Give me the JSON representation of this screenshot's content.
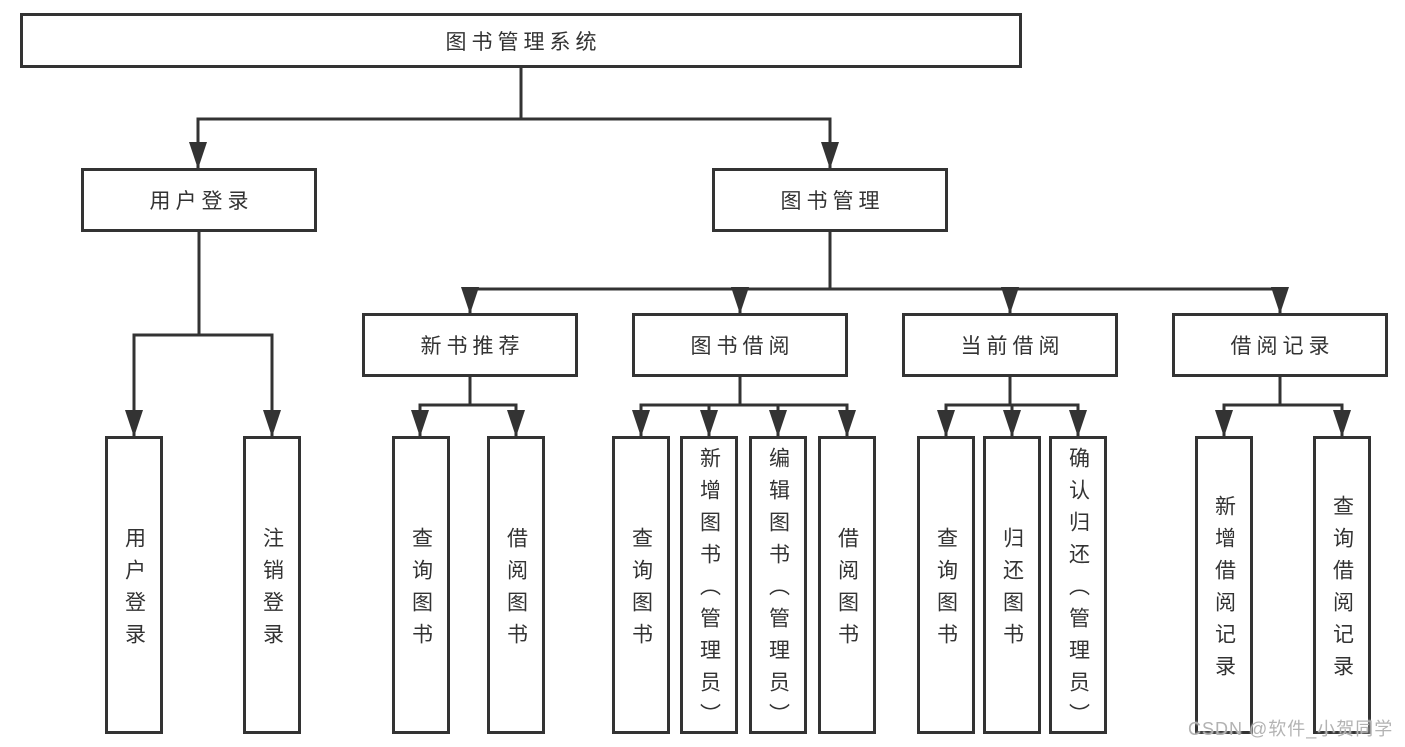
{
  "diagram": {
    "root": "图书管理系统",
    "level2": {
      "user_login": "用户登录",
      "book_mgmt": "图书管理"
    },
    "level3": {
      "new_books": "新书推荐",
      "borrowing": "图书借阅",
      "current": "当前借阅",
      "records": "借阅记录"
    },
    "leaves": {
      "user_login": [
        "用户登录",
        "注销登录"
      ],
      "new_books": [
        "查询图书",
        "借阅图书"
      ],
      "borrowing": [
        "查询图书",
        "新增图书（管理员）",
        "编辑图书（管理员）",
        "借阅图书"
      ],
      "current": [
        "查询图书",
        "归还图书",
        "确认归还（管理员）"
      ],
      "records": [
        "新增借阅记录",
        "查询借阅记录"
      ]
    }
  },
  "watermark": "CSDN @软件_小贺同学",
  "colors": {
    "line": "#333333",
    "text": "#333333",
    "background": "#ffffff",
    "watermark": "#b3b3b3"
  }
}
